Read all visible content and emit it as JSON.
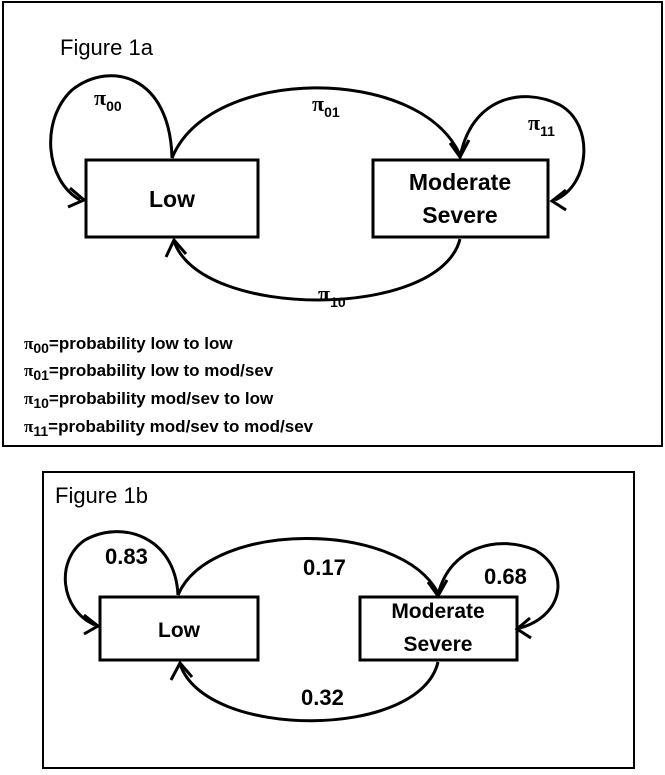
{
  "figure_1a": {
    "title": "Figure 1a",
    "nodes": {
      "low": "Low",
      "moderate_severe_line1": "Moderate",
      "moderate_severe_line2": "Severe"
    },
    "edges": {
      "self_low": {
        "symbol": "π",
        "subscript": "00"
      },
      "low_to_modsev": {
        "symbol": "π",
        "subscript": "01"
      },
      "modsev_to_low": {
        "symbol": "π",
        "subscript": "10"
      },
      "self_modsev": {
        "symbol": "π",
        "subscript": "11"
      }
    },
    "legend": [
      {
        "symbol": "π",
        "subscript": "00",
        "text": "=probability low to low"
      },
      {
        "symbol": "π",
        "subscript": "01",
        "text": "=probability low to mod/sev"
      },
      {
        "symbol": "π",
        "subscript": "10",
        "text": "=probability mod/sev to low"
      },
      {
        "symbol": "π",
        "subscript": "11",
        "text": "=probability mod/sev to mod/sev"
      }
    ]
  },
  "figure_1b": {
    "title": "Figure 1b",
    "nodes": {
      "low": "Low",
      "moderate_severe_line1": "Moderate",
      "moderate_severe_line2": "Severe"
    },
    "edges": {
      "self_low": "0.83",
      "low_to_modsev": "0.17",
      "modsev_to_low": "0.32",
      "self_modsev": "0.68"
    }
  }
}
